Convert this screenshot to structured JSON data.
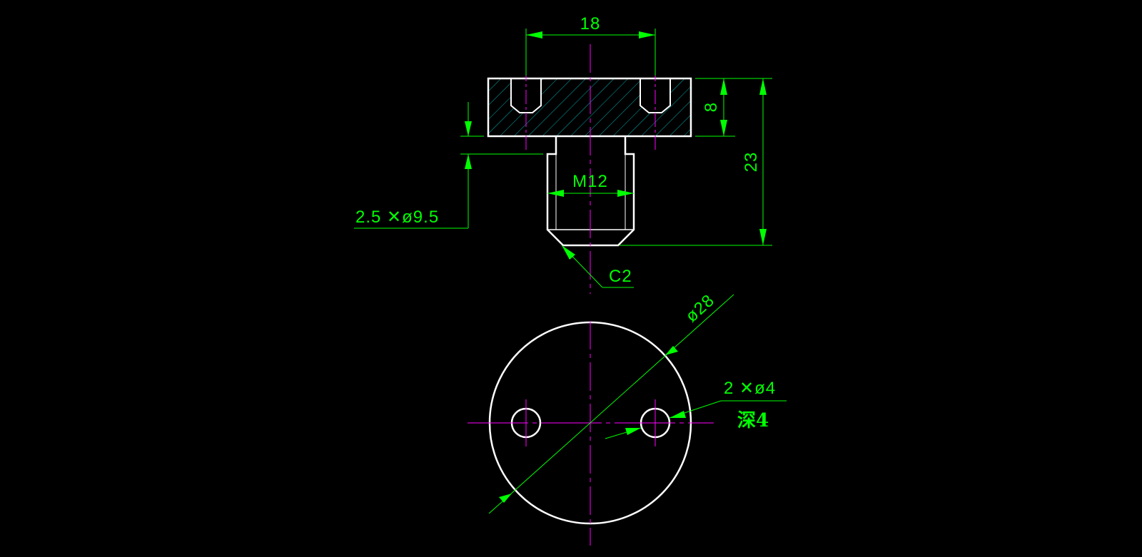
{
  "colors": {
    "background": "#000000",
    "outline": "#ffffff",
    "dimension": "#00ff00",
    "centerline": "#ff00ff",
    "hatch": "#00b0b0"
  },
  "dimensions": {
    "width_18": "18",
    "height_8": "8",
    "height_23": "23",
    "thread": "M12",
    "undercut": "2.5 ✕ø9.5",
    "chamfer": "C2",
    "diameter_28": "ø28",
    "holes": "2 ✕ø4",
    "depth": "深4"
  }
}
